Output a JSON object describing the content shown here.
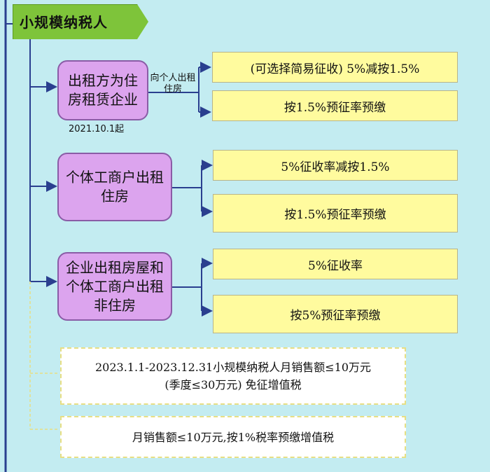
{
  "title": "小规模纳税人",
  "categories": [
    {
      "label": "出租方为住房租赁企业",
      "note": "向个人出租住房",
      "date_note": "2021.10.1起",
      "options": [
        "(可选择简易征收) 5%减按1.5%",
        "按1.5%预征率预缴"
      ]
    },
    {
      "label": "个体工商户出租住房",
      "options": [
        "5%征收率减按1.5%",
        "按1.5%预征率预缴"
      ]
    },
    {
      "label": "企业出租房屋和个体工商户出租非住房",
      "options": [
        "5%征收率",
        "按5%预征率预缴"
      ]
    }
  ],
  "policies": [
    {
      "line1": "2023.1.1-2023.12.31小规模纳税人月销售额≤10万元",
      "line2": "(季度≤30万元) 免征增值税"
    },
    {
      "line1": "月销售额≤10万元,按1%税率预缴增值税"
    }
  ],
  "colors": {
    "background": "#c3ecf1",
    "header": "#7ec43a",
    "category": "#dca4ee",
    "option": "#fffb9e",
    "line": "#2a3f8f"
  }
}
